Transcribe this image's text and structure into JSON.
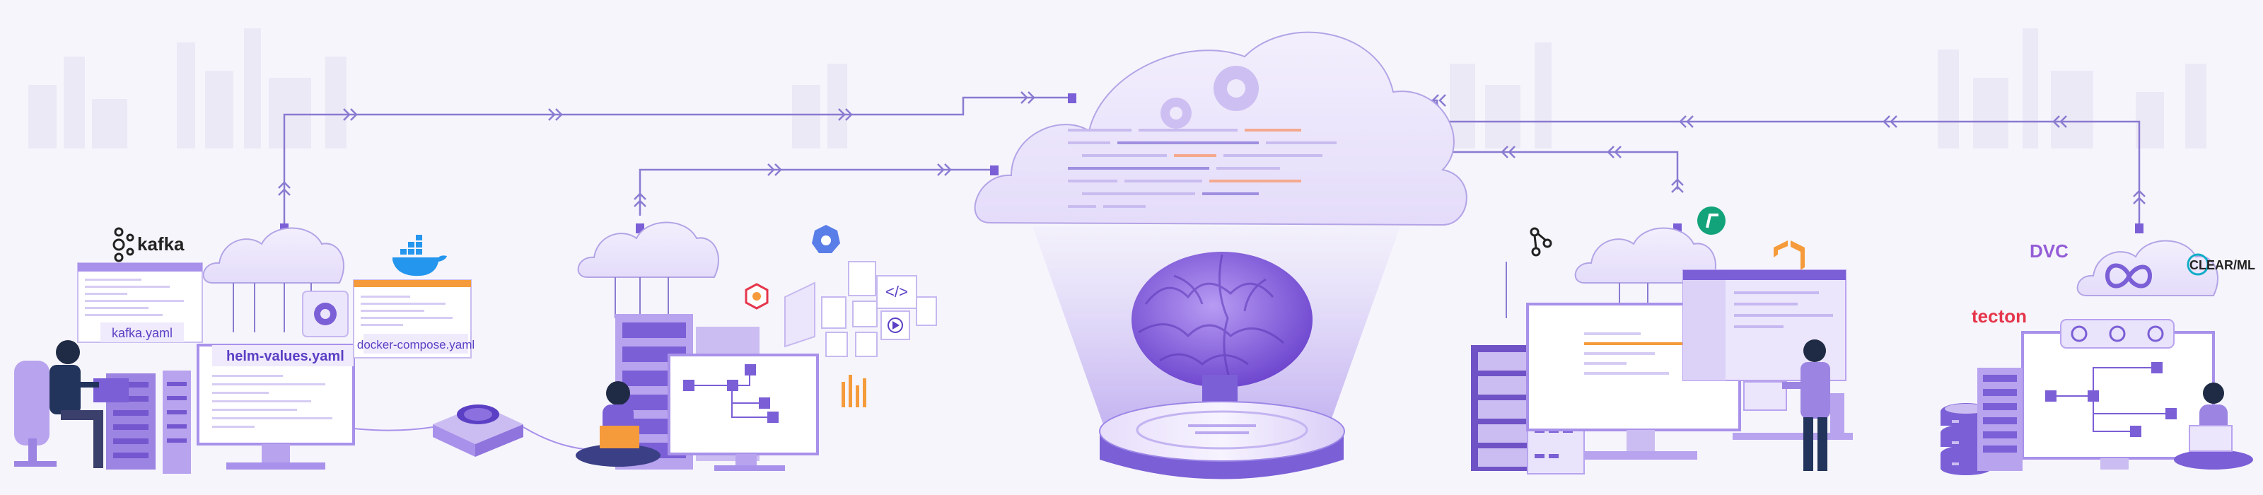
{
  "files": {
    "kafka": "kafka.yaml",
    "helm": "helm-values.yaml",
    "compose": "docker-compose.yaml"
  },
  "logos": {
    "kafka": "kafka",
    "tecton": "tecton",
    "dvc": "DVC",
    "clearml": "CLEAR/ML"
  },
  "icons": [
    "kafka-logo-icon",
    "docker-whale-icon",
    "gear-icon",
    "helm-icon",
    "code-icon",
    "brain-icon",
    "infinity-icon",
    "database-icon"
  ],
  "colors": {
    "purple": "#7b5fd6",
    "purple_light": "#cbbdf2",
    "purple_pale": "#e9e3fb",
    "line": "#8a7bd1",
    "orange": "#f59b3b",
    "docker": "#2496ed",
    "dvc_blue": "#13adc7",
    "dvc_purple": "#945dd6",
    "tecton_red": "#e5364b"
  }
}
